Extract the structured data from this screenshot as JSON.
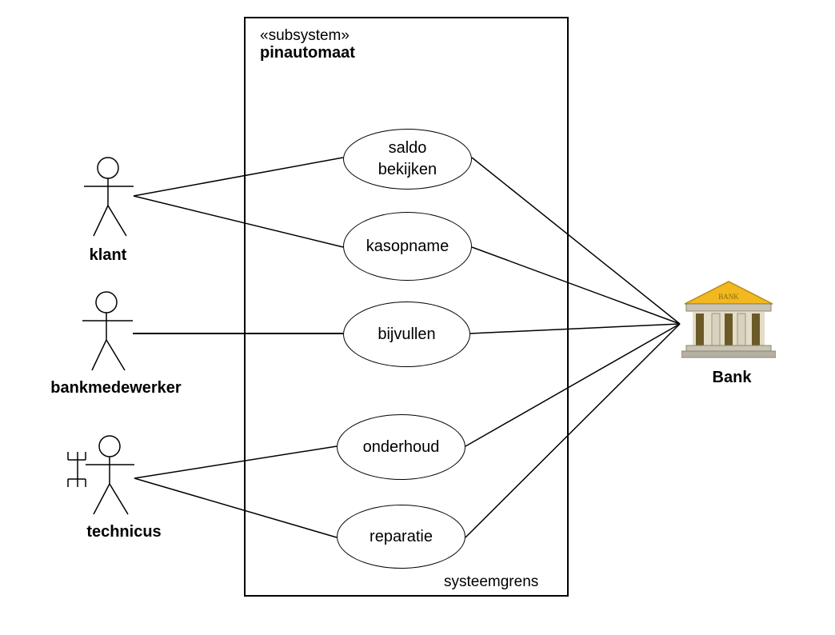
{
  "subsystem": {
    "stereotype": "«subsystem»",
    "name": "pinautomaat",
    "boundary_label": "systeemgrens"
  },
  "actors": [
    {
      "id": "klant",
      "label": "klant",
      "icon": "stick-figure-icon"
    },
    {
      "id": "bankmedewerker",
      "label": "bankmedewerker",
      "icon": "stick-figure-icon"
    },
    {
      "id": "technicus",
      "label": "technicus",
      "icon": "stick-figure-with-tool-icon"
    },
    {
      "id": "bank",
      "label": "Bank",
      "icon": "bank-building-icon",
      "sign_text": "BANK"
    }
  ],
  "use_cases": [
    {
      "id": "saldo",
      "label": "saldo\nbekijken"
    },
    {
      "id": "kasopname",
      "label": "kasopname"
    },
    {
      "id": "bijvullen",
      "label": "bijvullen"
    },
    {
      "id": "onderhoud",
      "label": "onderhoud"
    },
    {
      "id": "reparatie",
      "label": "reparatie"
    }
  ],
  "associations": [
    [
      "klant",
      "saldo"
    ],
    [
      "klant",
      "kasopname"
    ],
    [
      "bankmedewerker",
      "bijvullen"
    ],
    [
      "technicus",
      "onderhoud"
    ],
    [
      "technicus",
      "reparatie"
    ],
    [
      "saldo",
      "bank"
    ],
    [
      "kasopname",
      "bank"
    ],
    [
      "bijvullen",
      "bank"
    ],
    [
      "onderhoud",
      "bank"
    ],
    [
      "reparatie",
      "bank"
    ]
  ],
  "colors": {
    "line": "#000000",
    "bank_roof": "#f2b820",
    "bank_column": "#6b5a28"
  }
}
